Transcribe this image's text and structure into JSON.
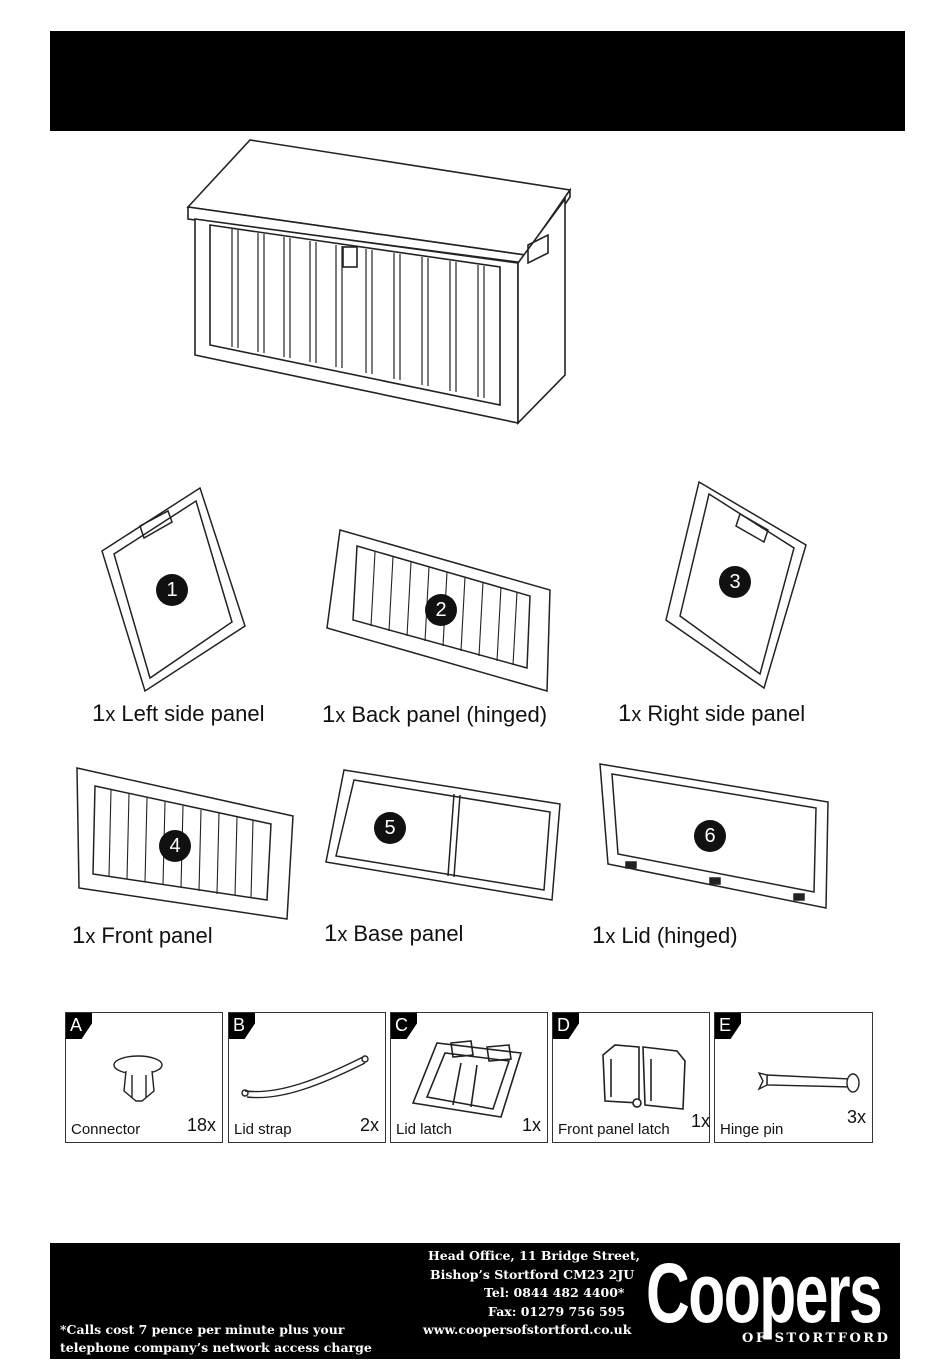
{
  "parts": [
    {
      "badge": "1",
      "qty": "1",
      "x": "x",
      "name": "Left side panel"
    },
    {
      "badge": "2",
      "qty": "1",
      "x": "x",
      "name": "Back panel (hinged)"
    },
    {
      "badge": "3",
      "qty": "1",
      "x": "x",
      "name": "Right side panel"
    },
    {
      "badge": "4",
      "qty": "1",
      "x": "x",
      "name": "Front panel"
    },
    {
      "badge": "5",
      "qty": "1",
      "x": "x",
      "name": "Base panel"
    },
    {
      "badge": "6",
      "qty": "1",
      "x": "x",
      "name": "Lid (hinged)"
    }
  ],
  "hardware": [
    {
      "letter": "A",
      "name": "Connector",
      "qty": "18x"
    },
    {
      "letter": "B",
      "name": "Lid strap",
      "qty": "2x"
    },
    {
      "letter": "C",
      "name": "Lid latch",
      "qty": "1x"
    },
    {
      "letter": "D",
      "name": "Front panel latch",
      "qty": "1x"
    },
    {
      "letter": "E",
      "name": "Hinge pin",
      "qty": "3x"
    }
  ],
  "footer": {
    "address_line1": "Head Office, 11 Bridge Street,",
    "address_line2": "Bishop’s Stortford  CM23 2JU",
    "tel": "Tel: 0844 482 4400*",
    "fax": "Fax: 01279 756 595",
    "web": "www.coopersofstortford.co.uk",
    "note_line1": "*Calls cost 7 pence per minute plus your",
    "note_line2": "telephone company’s  network access charge",
    "logo_main": "Coopers",
    "logo_sub": "OF STORTFORD"
  }
}
